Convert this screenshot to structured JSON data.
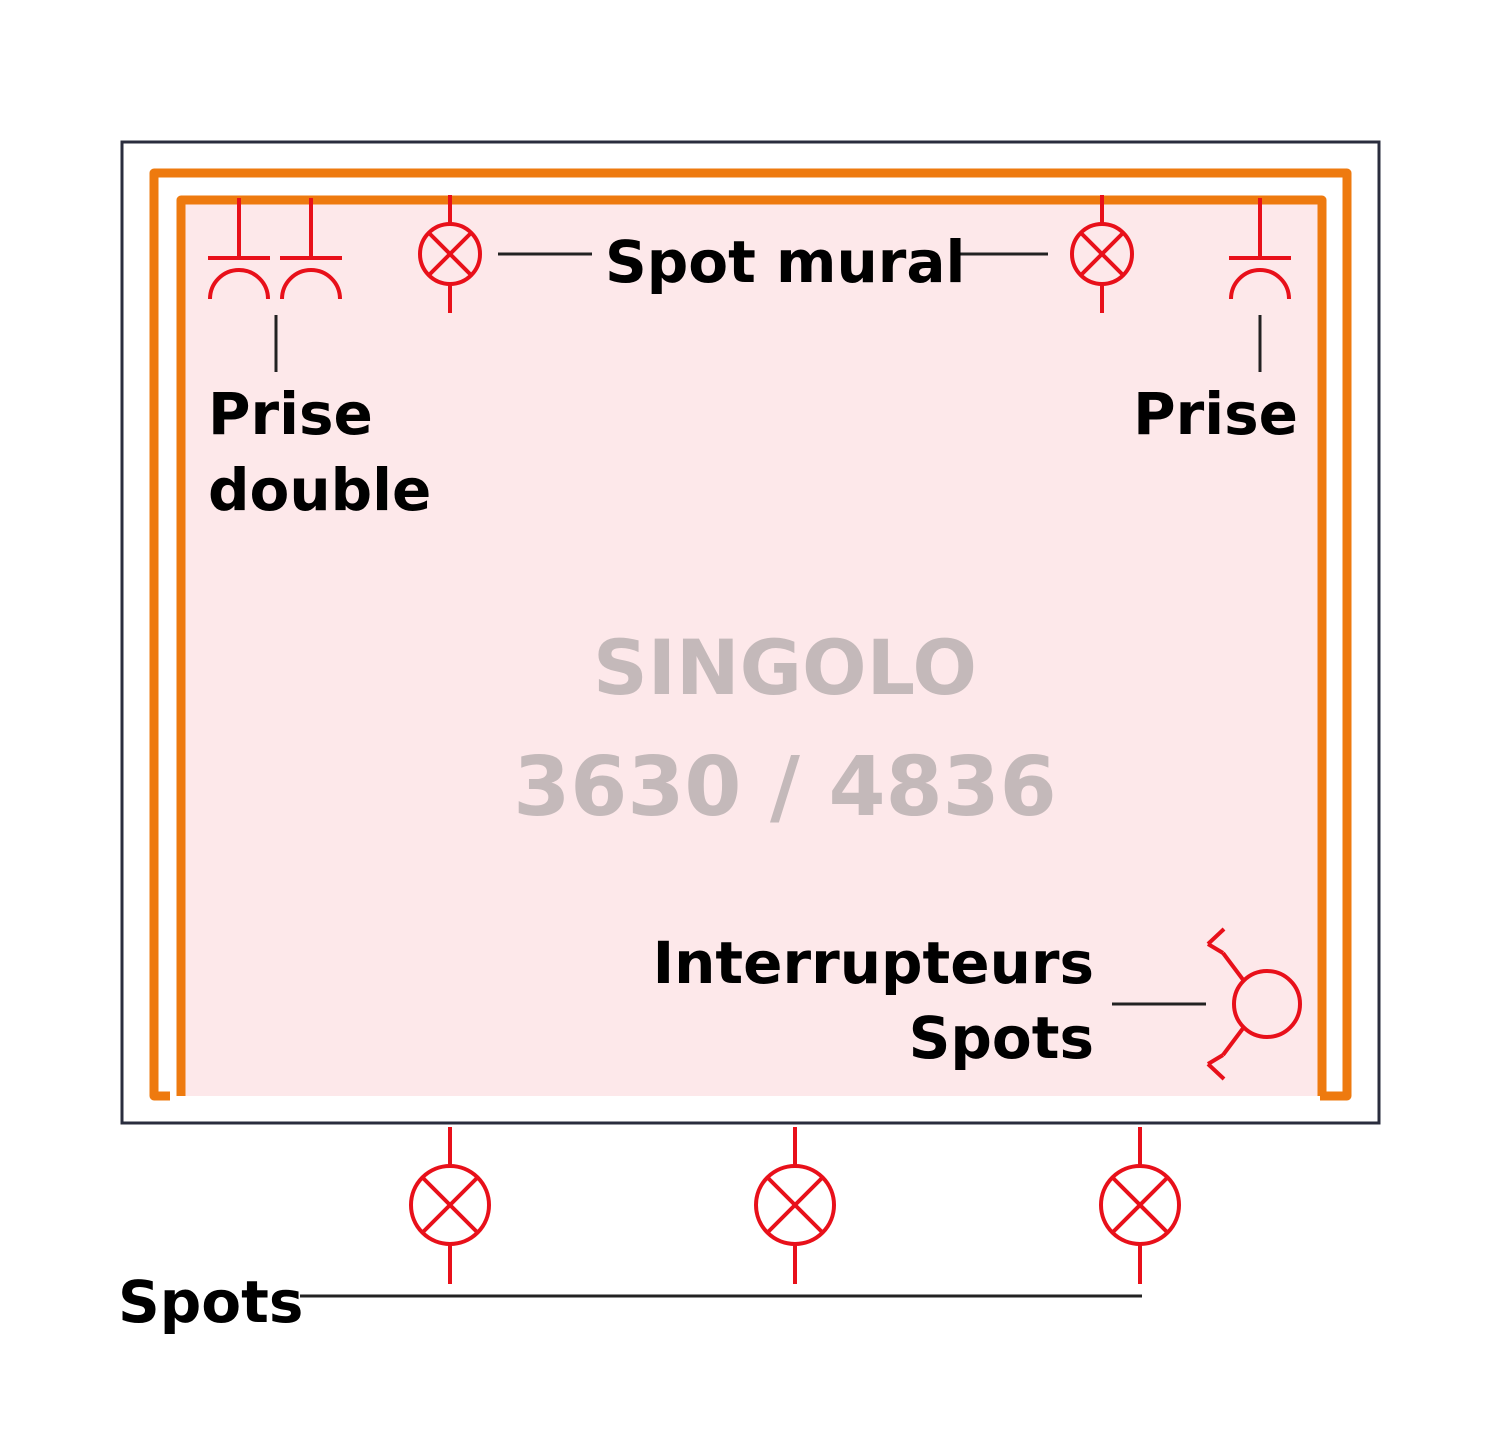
{
  "labels": {
    "prise_double_line1": "Prise",
    "prise_double_line2": "double",
    "prise": "Prise",
    "spot_mural": "Spot mural",
    "interrupteurs_line1": "Interrupteurs",
    "interrupteurs_line2": "Spots",
    "spots": "Spots"
  },
  "watermark": {
    "brand": "SINGOLO",
    "model": "3630 / 4836"
  },
  "colors": {
    "symbol": "#e8101a",
    "frame": "#ee7a0f",
    "room_fill": "#fde8ea",
    "outline": "#2a2d3e",
    "watermark": "#c4b9ba"
  },
  "symbols": [
    "double-socket-icon",
    "socket-icon",
    "wall-light-icon",
    "ceiling-spot-icon",
    "switch-icon"
  ]
}
